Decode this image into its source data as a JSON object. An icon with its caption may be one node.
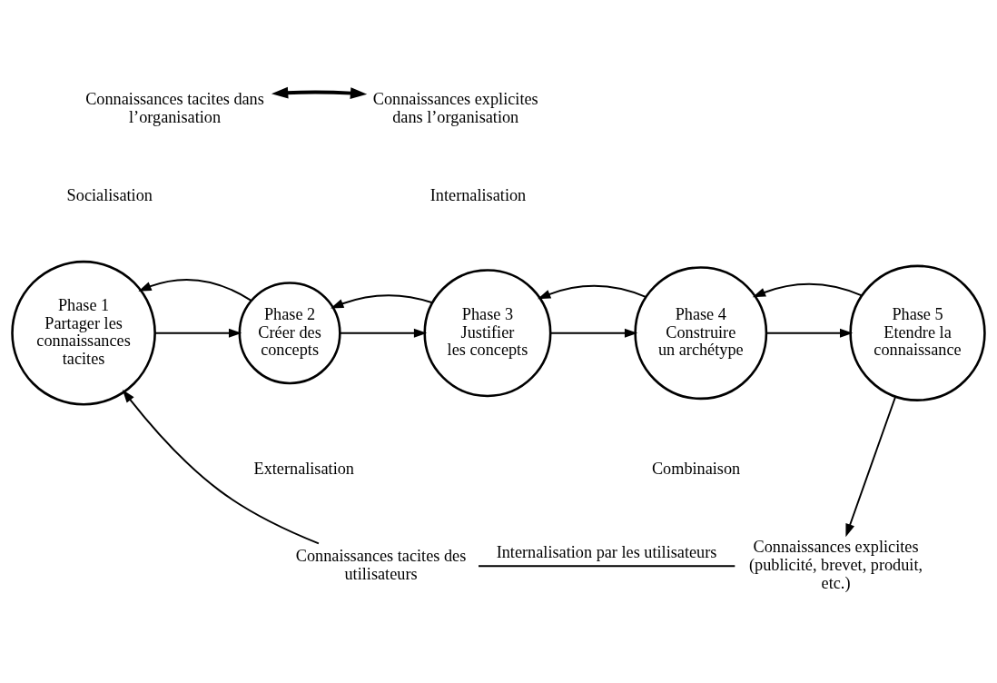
{
  "diagram": {
    "nodes": [
      {
        "text": [
          "Phase 1 Partager les connaissances tacites"
        ]
      },
      {
        "text": [
          "Phase 2 Créer des concepts"
        ]
      },
      {
        "text": [
          "Phase 3 Justifier les concepts"
        ]
      },
      {
        "text": [
          "Phase 4 Construire un archétype"
        ]
      },
      {
        "text": [
          "Phase 5 Etendre la connaissance"
        ]
      },
      {
        "text": [
          "Connaissances tacites des utilisateurs"
        ]
      },
      {
        "text": [
          "Connaissances explicites (publicité, brevet, produit, etc.)"
        ]
      },
      {
        "text": [
          "Connaissances tacites dans l’organisation"
        ]
      },
      {
        "text": [
          "Connaissances explicites dans l’organisation"
        ]
      }
    ],
    "edges": [
      {
        "from": 7,
        "to": 8,
        "arrow": "both",
        "style": "thick"
      },
      {
        "from": 0,
        "to": 1,
        "arrow": "to"
      },
      {
        "from": 1,
        "to": 2,
        "arrow": "to"
      },
      {
        "from": 2,
        "to": 3,
        "arrow": "to"
      },
      {
        "from": 3,
        "to": 4,
        "arrow": "to"
      },
      {
        "from": 1,
        "to": 0,
        "arrow": "to"
      },
      {
        "from": 2,
        "to": 1,
        "arrow": "to"
      },
      {
        "from": 3,
        "to": 2,
        "arrow": "to"
      },
      {
        "from": 4,
        "to": 3,
        "arrow": "to"
      },
      {
        "from": 4,
        "to": 6,
        "arrow": "to"
      },
      {
        "from": 6,
        "to": 5,
        "arrow": "none",
        "label": "Internalisation par les utilisateurs"
      },
      {
        "from": 5,
        "to": 0,
        "arrow": "to"
      }
    ],
    "labels": [
      "Socialisation",
      "Internalisation",
      "Externalisation",
      "Combinaison"
    ]
  }
}
